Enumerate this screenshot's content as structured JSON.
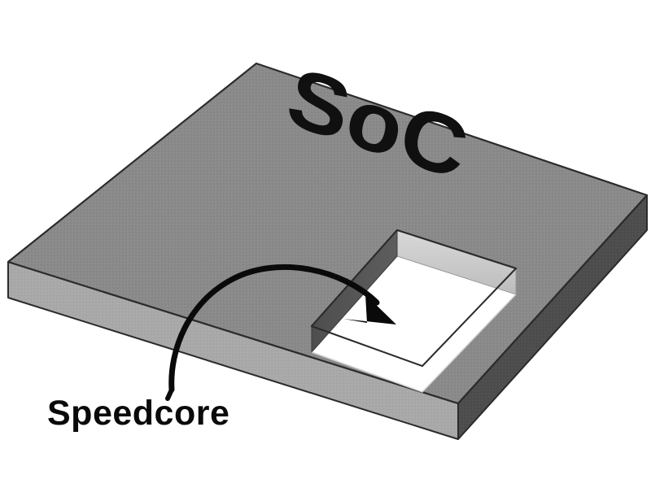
{
  "diagram": {
    "title": "SoC die with embedded Speedcore eFPGA cutout",
    "type": "3d-isometric-illustration",
    "background_color": "#ffffff"
  },
  "chip": {
    "die_label": "SoC",
    "die_label_color": "#101010",
    "top_face_color": "#8a8a8a",
    "front_left_face_color": "#a8a8a8",
    "front_right_face_color": "#4d4d4d",
    "edge_line_color": "#2b2b2b",
    "cutout": {
      "name": "speedcore-cutout",
      "left_wall_color": "#555555",
      "back_wall_color": "#c9c9c9",
      "floor_color": "#ffffff",
      "right_wall_color": "#6e6e6e"
    }
  },
  "annotation": {
    "label": "Speedcore",
    "label_color": "#0a0a0a",
    "arrow_color": "#0a0a0a",
    "leader_line_color": "#0a0a0a",
    "arrow_description": "curved arrow from label pointing into the cutout"
  }
}
